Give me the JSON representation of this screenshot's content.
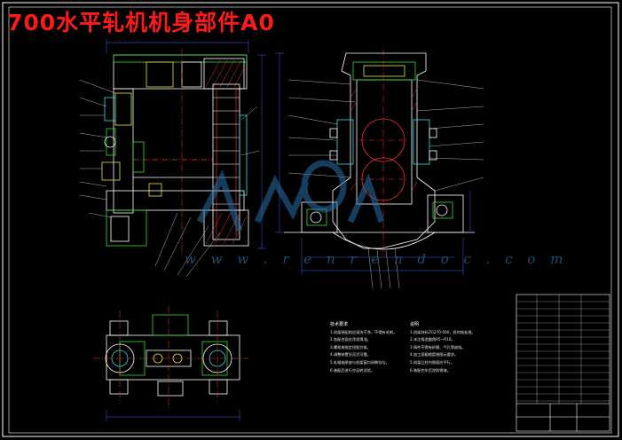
{
  "title": "700水平轧机机身部件A0",
  "watermark": "w w w . r e n r e n d o c . c o m",
  "colors": {
    "background": "#000000",
    "frame": "#ffffff",
    "title": "#ff1a1a",
    "outline": "#ffffff",
    "dimension": "#4060ff",
    "hatch": "#ff3030",
    "centerline": "#ff3030",
    "detail_cyan": "#33e0e0",
    "detail_green": "#33dd33",
    "detail_yellow": "#e8e83a",
    "leader": "#ffffff",
    "watermark": "#2a6fa8"
  },
  "notes_left": {
    "heading": "技术要求",
    "lines": [
      "1.机架装配前应清洗干净，不得有毛刺。",
      "2.各配合面应涂润滑油。",
      "  3.螺栓按规定扭矩拧紧。",
      "4.调整装置应灵活可靠。",
      "5.轧辊轴承座与机架窗口间隙均匀。",
      "6.装配后进行空运转试验。"
    ]
  },
  "notes_right": {
    "heading": "说明",
    "lines": [
      "1.机架材料ZG270-500，经时效处理。",
      "2.未注铸造圆角R5~R10。",
      "3.铸件不得有砂眼、气孔等缺陷。",
      "4.加工面粗糙度按图示要求。",
      "5.机架立柱内侧面应平行。",
      "6.装配完毕后涂防锈漆。"
    ]
  }
}
